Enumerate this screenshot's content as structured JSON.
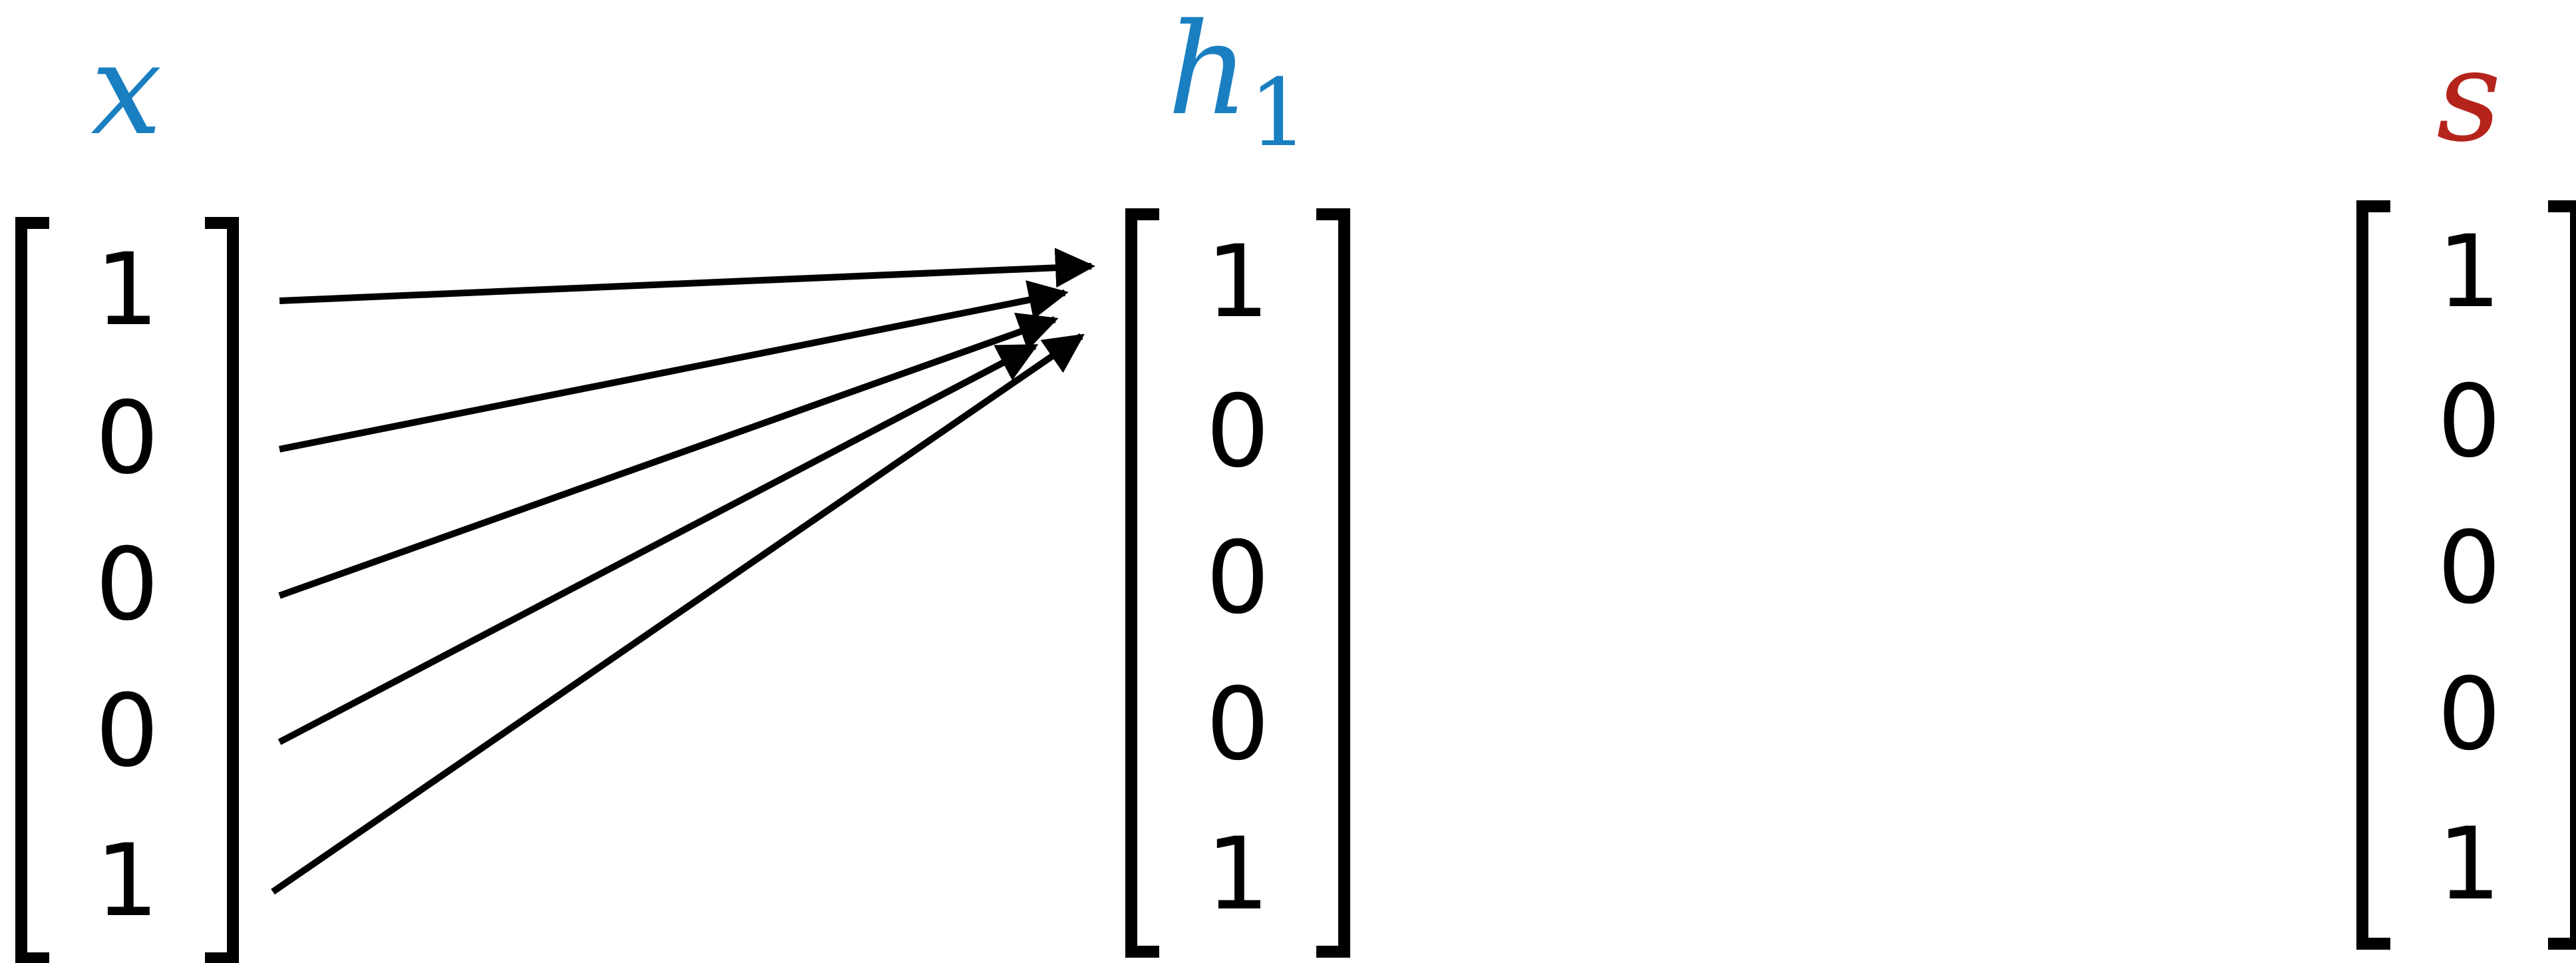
{
  "colors": {
    "label_blue": "#1a7fc1",
    "label_red": "#b5241b",
    "ink": "#000000"
  },
  "vectors": [
    {
      "id": "x",
      "label": "x",
      "subscript": "",
      "color": "label_blue",
      "entries": [
        "1",
        "0",
        "0",
        "0",
        "1"
      ]
    },
    {
      "id": "h1",
      "label": "h",
      "subscript": "1",
      "color": "label_blue",
      "entries": [
        "1",
        "0",
        "0",
        "0",
        "1"
      ]
    },
    {
      "id": "s",
      "label": "s",
      "subscript": "",
      "color": "label_red",
      "entries": [
        "1",
        "0",
        "0",
        "0",
        "1"
      ]
    }
  ],
  "connections": [
    {
      "from_vector": "x",
      "from_entry": 0,
      "to_vector": "h1",
      "to_entry": 0
    },
    {
      "from_vector": "x",
      "from_entry": 1,
      "to_vector": "h1",
      "to_entry": 0
    },
    {
      "from_vector": "x",
      "from_entry": 2,
      "to_vector": "h1",
      "to_entry": 0
    },
    {
      "from_vector": "x",
      "from_entry": 3,
      "to_vector": "h1",
      "to_entry": 0
    },
    {
      "from_vector": "x",
      "from_entry": 4,
      "to_vector": "h1",
      "to_entry": 0
    }
  ]
}
